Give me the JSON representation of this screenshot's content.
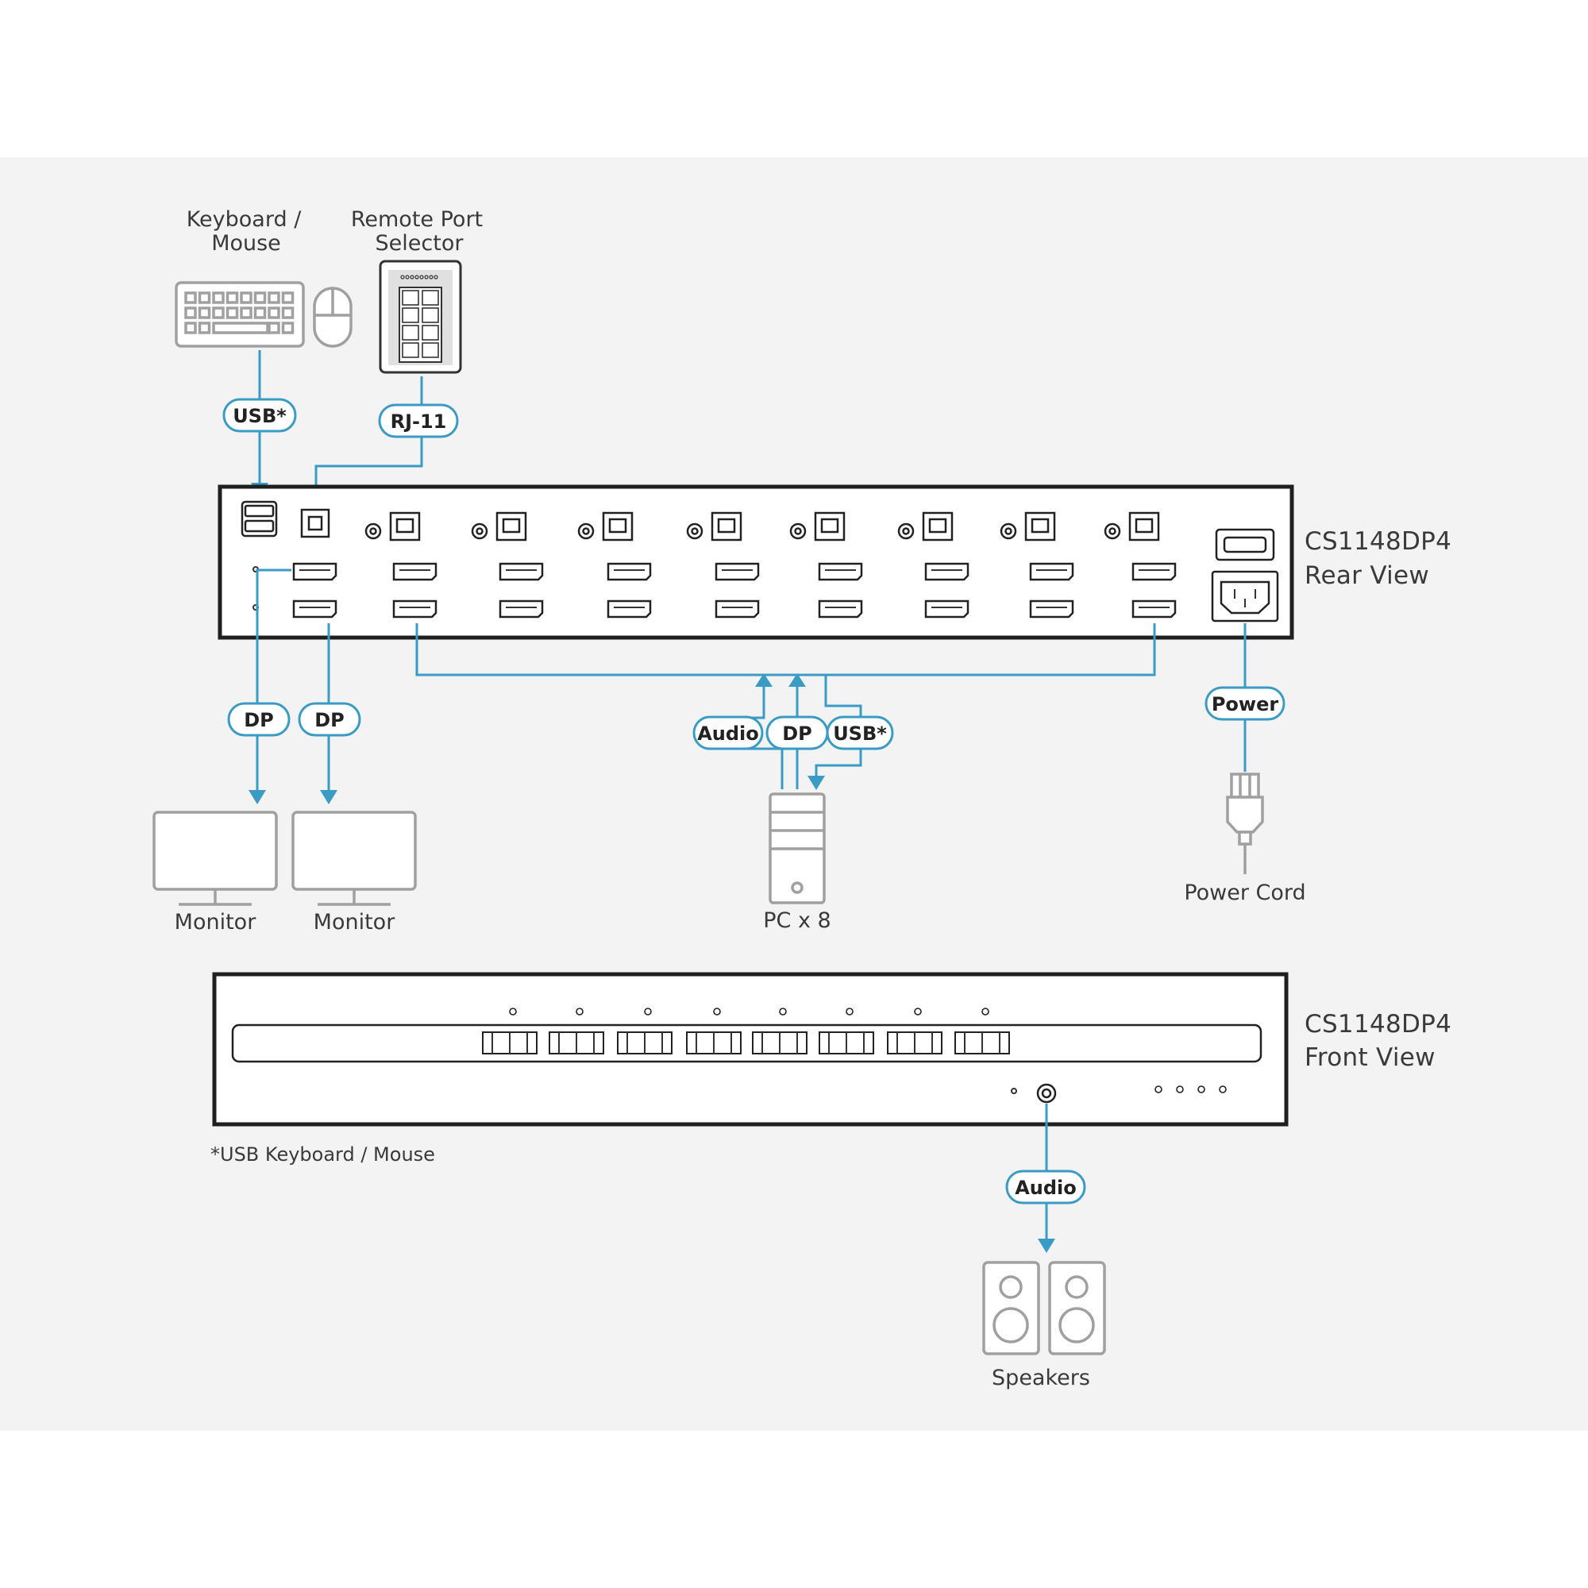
{
  "devices": {
    "keyboard_mouse_line1": "Keyboard /",
    "keyboard_mouse_line2": "Mouse",
    "remote_line1": "Remote Port",
    "remote_line2": "Selector",
    "monitor_1": "Monitor",
    "monitor_2": "Monitor",
    "pc": "PC x 8",
    "power_cord": "Power Cord",
    "speakers": "Speakers"
  },
  "units": {
    "rear_model": "CS1148DP4",
    "rear_view": "Rear View",
    "front_model": "CS1148DP4",
    "front_view": "Front View"
  },
  "connections": {
    "usb_kbm": "USB*",
    "rj11": "RJ-11",
    "dp_1": "DP",
    "dp_2": "DP",
    "pc_audio": "Audio",
    "pc_dp": "DP",
    "pc_usb": "USB*",
    "power": "Power",
    "front_audio": "Audio"
  },
  "footnote": "*USB Keyboard / Mouse",
  "colors": {
    "accent": "#3a9bc4",
    "chassis": "#1f1f1f",
    "device_outline": "#a0a0a0",
    "background_panel": "#f3f3f3"
  }
}
